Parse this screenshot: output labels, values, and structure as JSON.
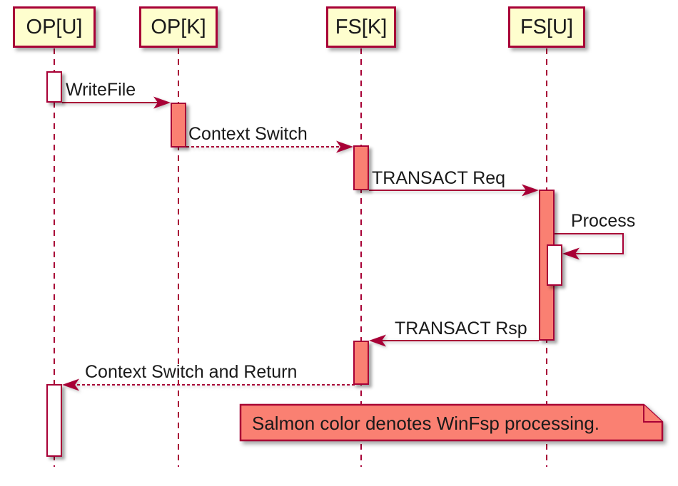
{
  "participants": [
    {
      "label": "OP[U]"
    },
    {
      "label": "OP[K]"
    },
    {
      "label": "FS[K]"
    },
    {
      "label": "FS[U]"
    }
  ],
  "messages": [
    {
      "label": "WriteFile",
      "from": "OP[U]",
      "to": "OP[K]",
      "line": "solid"
    },
    {
      "label": "Context Switch",
      "from": "OP[K]",
      "to": "FS[K]",
      "line": "dashed"
    },
    {
      "label": "TRANSACT Req",
      "from": "FS[K]",
      "to": "FS[U]",
      "line": "solid"
    },
    {
      "label": "Process",
      "from": "FS[U]",
      "to": "FS[U]",
      "line": "solid-self"
    },
    {
      "label": "TRANSACT Rsp",
      "from": "FS[U]",
      "to": "FS[K]",
      "line": "solid"
    },
    {
      "label": "Context Switch and Return",
      "from": "FS[K]",
      "to": "OP[U]",
      "line": "dashed"
    }
  ],
  "note": {
    "text": "Salmon color denotes WinFsp processing."
  },
  "colors": {
    "line": "#A80036",
    "participant_fill": "#FEFECE",
    "activation_busy": "#FA8072",
    "activation_idle": "#FFFFFF",
    "text": "#1A1A1A",
    "background": "#FFFFFF"
  }
}
